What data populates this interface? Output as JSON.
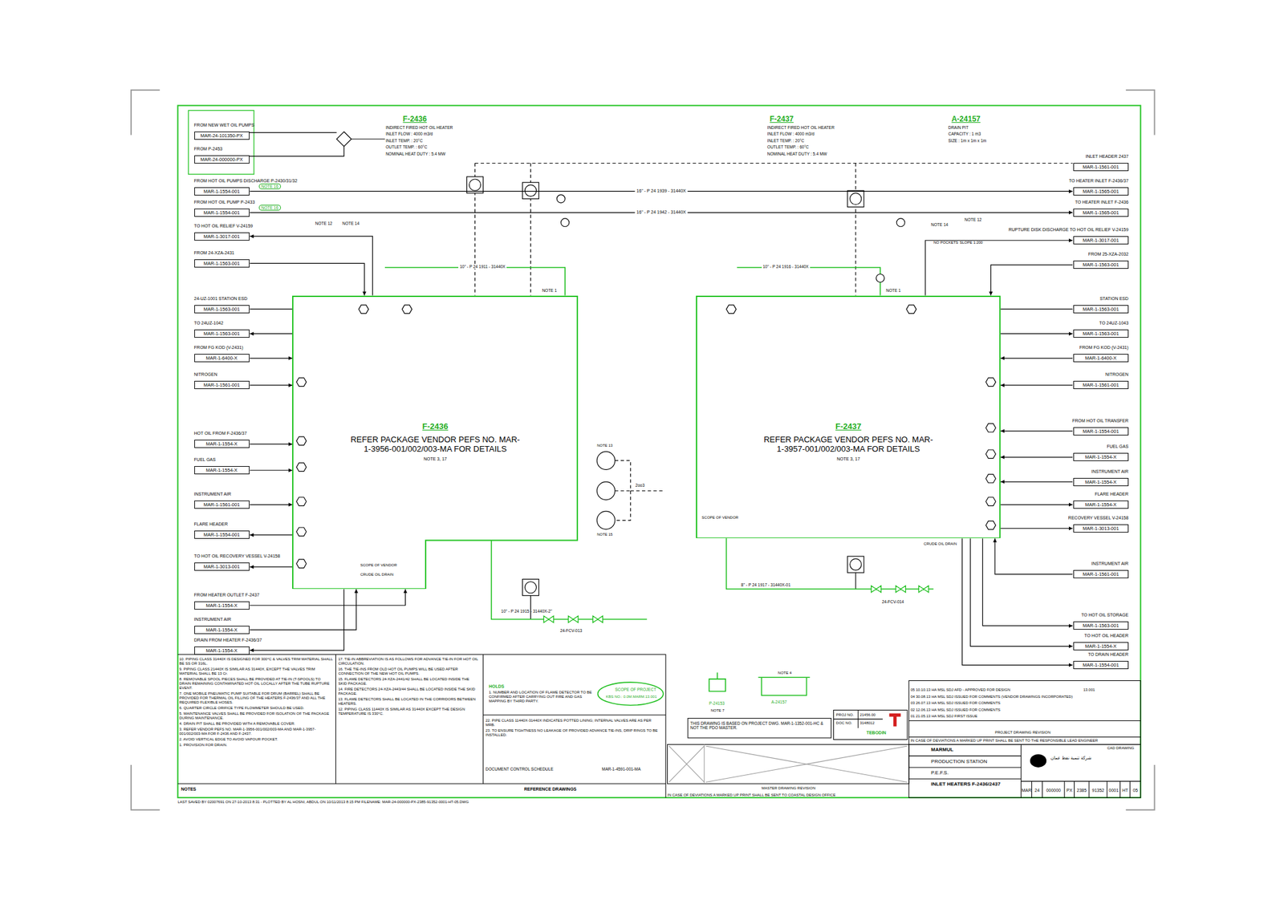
{
  "diagram": {
    "nodes": [
      {
        "text": [
          "F-2436",
          "REFER PACKAGE VENDOR PEFS NO. MAR-1-3956-001/002/003-MA FOR DETAILS",
          "NOTE 3, 17"
        ]
      },
      {
        "text": [
          "F-2437",
          "REFER PACKAGE VENDOR PEFS NO. MAR-1-3957-001/002/003-MA FOR DETAILS",
          "NOTE 3, 17"
        ]
      },
      {
        "text": [
          "FROM NEW WET OIL PUMPS",
          "MAR-24-101350-PX"
        ]
      },
      {
        "text": [
          "FROM P-2453",
          "MAR-24-000000-PX"
        ]
      },
      {
        "text": [
          "FROM HOT OIL PUMPS DISCHARGE P-2430/31/32",
          "MAR-1-1554-001"
        ]
      },
      {
        "text": [
          "FROM HOT OIL PUMP P-2433",
          "MAR-1-1554-001"
        ]
      },
      {
        "text": [
          "TO HOT OIL RELIEF V-24159",
          "MAR-1-3017-001"
        ]
      },
      {
        "text": [
          "FROM 24-XZA-2431",
          "MAR-1-1563-001"
        ]
      },
      {
        "text": [
          "24-UZ-1001 STATION ESD",
          "MAR-1-1563-001"
        ]
      },
      {
        "text": [
          "TO 24UZ-1042",
          "MAR-1-1563-001"
        ]
      },
      {
        "text": [
          "FROM FG KOD (V-2431)",
          "MAR-1-6400-X"
        ]
      },
      {
        "text": [
          "NITROGEN",
          "MAR-1-1561-001"
        ]
      },
      {
        "text": [
          "HOT OIL FROM F-2436/37",
          "MAR-1-1554-X"
        ]
      },
      {
        "text": [
          "FUEL GAS",
          "MAR-1-1554-X"
        ]
      },
      {
        "text": [
          "INSTRUMENT AIR",
          "MAR-1-1561-001"
        ]
      },
      {
        "text": [
          "FLARE HEADER",
          "MAR-1-1554-001"
        ]
      },
      {
        "text": [
          "TO HOT OIL RECOVERY VESSEL V-24158",
          "MAR-1-3013-001"
        ]
      },
      {
        "text": [
          "FROM HEATER OUTLET F-2437",
          "MAR-1-1554-X"
        ]
      },
      {
        "text": [
          "INSTRUMENT AIR",
          "MAR-1-1554-X"
        ]
      },
      {
        "text": [
          "DRAIN FROM HEATER F-2436/37",
          "MAR-1-1554-X"
        ]
      },
      {
        "text": [
          "INLET HEADER 2437",
          "MAR-1-1561-001"
        ]
      },
      {
        "text": [
          "TO HEATER INLET F-2436/37",
          "MAR-1-1565-001"
        ]
      },
      {
        "text": [
          "TO HEATER INLET F-2436",
          "MAR-1-1565-001"
        ]
      },
      {
        "text": [
          "RUPTURE DISK DISCHARGE TO HOT OIL RELIEF V-24159",
          "MAR-1-3017-001"
        ]
      },
      {
        "text": [
          "FROM 25-XZA-2032",
          "MAR-1-1563-001"
        ]
      },
      {
        "text": [
          "STATION ESD",
          "MAR-1-1563-001"
        ]
      },
      {
        "text": [
          "TO 24UZ-1043",
          "MAR-1-1563-001"
        ]
      },
      {
        "text": [
          "FROM FG KOD (V-2431)",
          "MAR-1-6400-X"
        ]
      },
      {
        "text": [
          "NITROGEN",
          "MAR-1-1561-001"
        ]
      },
      {
        "text": [
          "FROM HOT OIL TRANSFER",
          "MAR-1-1554-001"
        ]
      },
      {
        "text": [
          "FUEL GAS",
          "MAR-1-1554-X"
        ]
      },
      {
        "text": [
          "INSTRUMENT AIR",
          "MAR-1-1554-X"
        ]
      },
      {
        "text": [
          "FLARE HEADER",
          "MAR-1-1554-X"
        ]
      },
      {
        "text": [
          "RECOVERY VESSEL V-24158",
          "MAR-1-3013-001"
        ]
      },
      {
        "text": [
          "INSTRUMENT AIR",
          "MAR-1-1561-001"
        ]
      },
      {
        "text": [
          "TO HOT OIL STORAGE",
          "MAR-1-1563-001"
        ]
      },
      {
        "text": [
          "TO HOT OIL HEADER",
          "MAR-1-1554-X"
        ]
      },
      {
        "text": [
          "TO DRAIN HEADER",
          "MAR-1-1554-001"
        ]
      }
    ],
    "edges": [
      {
        "from": 4,
        "to": 21,
        "arrow": "to",
        "label": "16\" - P 24 1939 - 31440X"
      },
      {
        "from": 5,
        "to": 22,
        "arrow": "to",
        "label": "16\" - P 24 1942 - 31440X"
      },
      {
        "from": 0,
        "to": 6,
        "arrow": "to"
      },
      {
        "from": 7,
        "to": 0,
        "arrow": "to"
      },
      {
        "from": 8,
        "to": 0,
        "arrow": "none"
      },
      {
        "from": 0,
        "to": 9,
        "arrow": "to"
      },
      {
        "from": 10,
        "to": 0,
        "arrow": "to"
      },
      {
        "from": 11,
        "to": 0,
        "arrow": "to"
      },
      {
        "from": 12,
        "to": 0,
        "arrow": "to"
      },
      {
        "from": 13,
        "to": 0,
        "arrow": "to"
      },
      {
        "from": 14,
        "to": 0,
        "arrow": "to"
      },
      {
        "from": 0,
        "to": 15,
        "arrow": "to"
      },
      {
        "from": 0,
        "to": 16,
        "arrow": "to"
      },
      {
        "from": 17,
        "to": 0,
        "arrow": "to"
      },
      {
        "from": 18,
        "to": 0,
        "arrow": "to"
      },
      {
        "from": 0,
        "to": 19,
        "arrow": "to"
      },
      {
        "from": 1,
        "to": 23,
        "arrow": "to"
      },
      {
        "from": 24,
        "to": 1,
        "arrow": "to"
      },
      {
        "from": 25,
        "to": 1,
        "arrow": "none"
      },
      {
        "from": 1,
        "to": 26,
        "arrow": "to"
      },
      {
        "from": 27,
        "to": 1,
        "arrow": "to"
      },
      {
        "from": 28,
        "to": 1,
        "arrow": "to"
      },
      {
        "from": 29,
        "to": 1,
        "arrow": "to"
      },
      {
        "from": 30,
        "to": 1,
        "arrow": "to"
      },
      {
        "from": 31,
        "to": 1,
        "arrow": "to"
      },
      {
        "from": 1,
        "to": 32,
        "arrow": "to"
      },
      {
        "from": 1,
        "to": 33,
        "arrow": "to"
      },
      {
        "from": 34,
        "to": 1,
        "arrow": "to"
      },
      {
        "from": 1,
        "to": 35,
        "arrow": "to"
      },
      {
        "from": 1,
        "to": 36,
        "arrow": "to"
      },
      {
        "from": 1,
        "to": 37,
        "arrow": "to"
      }
    ],
    "labels": [
      "F-2436",
      "INDIRECT FIRED HOT OIL HEATER",
      "INLET FLOW : 4000 m3/d",
      "INLET TEMP. : 20°C",
      "OUTLET TEMP. : 60°C",
      "NOMINAL HEAT DUTY : 5.4 MW",
      "F-2437",
      "INDIRECT FIRED HOT OIL HEATER",
      "INLET FLOW : 4000 m3/d",
      "INLET TEMP. : 20°C",
      "OUTLET TEMP. : 60°C",
      "NOMINAL HEAT DUTY : 5.4 MW",
      "A-24157",
      "DRAIN PIT",
      "CAPACITY : 1 m3",
      "SIZE : 1m x 1m x 1m",
      "10\" - P 24 1911 - 31440X",
      "10\" - P 24 1916 - 31440X",
      "10\" - P 24 1915 - 31440X-2\"",
      "8\" - P 24 1917 - 31440X-01",
      "NOTE 1",
      "NOTE 1",
      "NOTE 12",
      "NOTE 14",
      "NOTE 14",
      "NOTE 12",
      "NO POCKETS",
      "SLOPE 1:200",
      "SCOPE OF VENDOR",
      "CRUDE OIL DRAIN",
      "CRUDE OIL DRAIN",
      "SCOPE OF VENDOR",
      "24-FCV-013",
      "24-FCV-014",
      "NOTE 13",
      "NOTE 15",
      "2oo3",
      "NOTE 16",
      "NOTE 16",
      "10. PIPING CLASS 31440X IS DESIGNED FOR 300°C & VALVES TRIM MATERIAL SHALL BE SS OR 316L.",
      "9. PIPING CLASS 21440X IS SIMILAR AS 31440X, EXCEPT THE VALVES TRIM MATERIAL SHALL BE 13 Cr.",
      "8. REMOVABLE SPOOL PIECES SHALL BE PROVIDED AT TIE-IN (T-SPOOLS) TO DRAIN REMAINING CONTAMINATED HOT OIL LOCALLY AFTER THE TUBE RUPTURE EVENT.",
      "7. ONE MOBILE PNEUMATIC PUMP SUITABLE FOR DRUM (BARREL) SHALL BE PROVIDED FOR THERMAL OIL FILLING OF THE HEATERS F-2436/37 AND ALL THE REQUIRED FLEXIBLE HOSES.",
      "6. QUARTER CIRCLE ORIFICE TYPE FLOWMETER SHOULD BE USED.",
      "5. MAINTENANCE VALVES SHALL BE PROVIDED FOR ISOLATION OF THE PACKAGE DURING MAINTENANCE.",
      "4. DRAIN PIT SHALL BE PROVIDED WITH A REMOVABLE COVER.",
      "3. REFER VENDOR PEFS NO. MAR-1-3956-001/002/003-MA AND MAR-1-3957-001/002/003-MA FOR F-2436 AND F-2437.",
      "2. AVOID VERTICAL EDGE TO AVOID VAPOUR POCKET.",
      "1. PROVISION FOR DRAIN.",
      "NOTES",
      "17. TIE-IN ABBREVIATION IS AS FOLLOWS FOR ADVANCE TIE-IN FOR HOT OIL CIRCULATION.",
      "16. THE TIE-INS FROM OLD HOT OIL PUMPS WILL BE USED AFTER CONNECTION OF THE NEW HOT OIL PUMPS.",
      "15. FLAME DETECTORS 24-XZA-2441/42 SHALL BE LOCATED INSIDE THE SKID PACKAGE.",
      "14. FIRE DETECTORS 24-XZA-2443/44 SHALL BE LOCATED INSIDE THE SKID PACKAGE.",
      "13. FLAME DETECTORS SHALL BE LOCATED IN THE CORRIDORS BETWEEN HEATERS.",
      "12. PIPING CLASS 11440X IS SIMILAR AS 31440X EXCEPT THE DESIGN TEMPERATURE IS 330°C.",
      "REFERENCE DRAWINGS",
      "HOLDS",
      "1. NUMBER AND LOCATION OF FLAME DETECTOR TO BE CONFIRMED AFTER CARRYING OUT FIRE AND GAS MAPPING BY THIRD PARTY.",
      "22. PIPE CLASS 11440X-31440X INDICATES POTTED LINING; INTERNAL VALVES ARE AS PER MRB.",
      "23. TO ENSURE TIGHTNESS NO LEAKAGE OF PROVIDED ADVANCE TIE-INS, DRIP RINGS TO BE INSTALLED.",
      "DOCUMENT CONTROL SCHEDULE",
      "MAR-1-4591-001-MA",
      "SCOPE OF PROJECT",
      "KBS NO.: 0.0M.MARM.13.001",
      "P-24153",
      "NOTE 7",
      "A-24157",
      "NOTE 4",
      "THIS DRAWING IS BASED ON PROJECT DWG. MAR-1-1352-001-HC & NOT THE PDO MASTER.",
      "PROJ NO.",
      "21456.00",
      "DOC NO.",
      "3148012",
      "TEBODIN",
      "05 10.10.13 HA MSL SDJ AFD - APPROVED FOR DESIGN",
      "04 30.08.13 HA MSL SDJ ISSUED FOR COMMENTS (VENDOR DRAWINGS INCORPORATED)",
      "03 26.07.13 HA MSL SDJ ISSUED FOR COMMENTS",
      "02 12.06.13 HA MSL SDJ ISSUED FOR COMMENTS",
      "01 21.05.13 HA MSL SDJ FIRST ISSUE",
      "13.001",
      "PROJECT DRAWING REVISION",
      "IN CASE OF DEVIATIONS A MARKED UP PRINT SHALL BE SENT TO THE RESPONSIBLE LEAD ENGINEER",
      "MARMUL",
      "PRODUCTION STATION",
      "P.E.F.S.",
      "INLET HEATERS F-2436/2437",
      "شركة تنمية نفط عمان",
      "CAD DRAWING",
      "MAR",
      "24",
      "000000",
      "PX",
      "2385",
      "91352",
      "0001",
      "HT",
      "05",
      "MASTER DRAWING REVISION",
      "IN CASE OF DEVIATIONS A MARKED UP PRINT SHALL BE SENT TO COASTAL DESIGN OFFICE",
      "LAST SAVED BY 02007691 ON 27-10-2013 8:31 - PLOTTED BY AL HOSNI, ABDUL ON 10/11/2013 8:15 PM FILENAME: MAR-24-000000-PX-2385-91352-0001-HT-05.DWG"
    ]
  }
}
